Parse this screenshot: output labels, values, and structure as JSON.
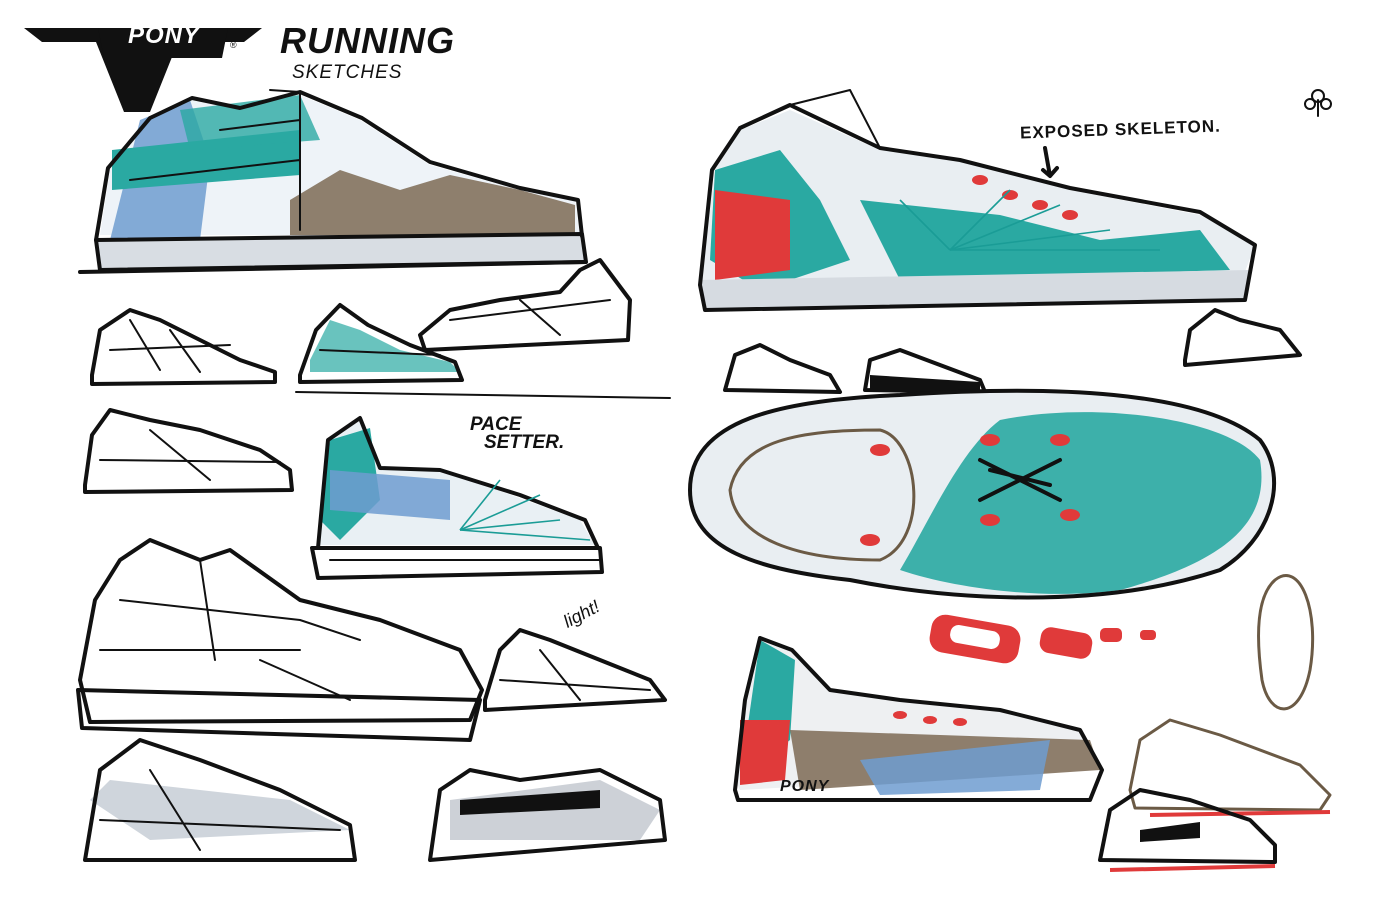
{
  "header": {
    "brand_logo_text": "PONY",
    "registered_mark": "®",
    "title": "RUNNING",
    "subtitle": "SKETCHES"
  },
  "annotations": {
    "exposed_skeleton": "EXPOSED SKELETON.",
    "pace": "PACE",
    "setter": "SETTER.",
    "light": "light!",
    "heel_logo": "PONY"
  },
  "colors": {
    "teal": "#2aa9a2",
    "blue": "#6f9cd0",
    "red": "#e03a3a",
    "brown": "#7c6a55",
    "grey": "#b8bec6",
    "ink": "#111111"
  },
  "icons": {
    "corner_mark": "flower-signature-icon"
  }
}
